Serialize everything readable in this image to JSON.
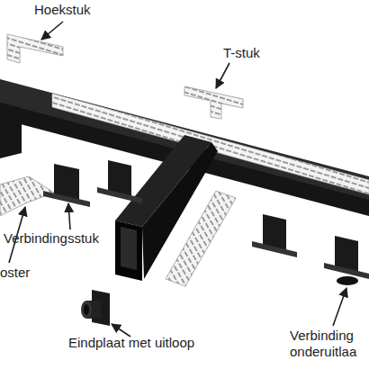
{
  "diagram": {
    "labels": [
      "Hoekstuk",
      "T-stuk",
      "Verbindingsstuk",
      "oster",
      "Eindplaat met uitloop",
      "Verbinding onderuitlaa"
    ]
  }
}
